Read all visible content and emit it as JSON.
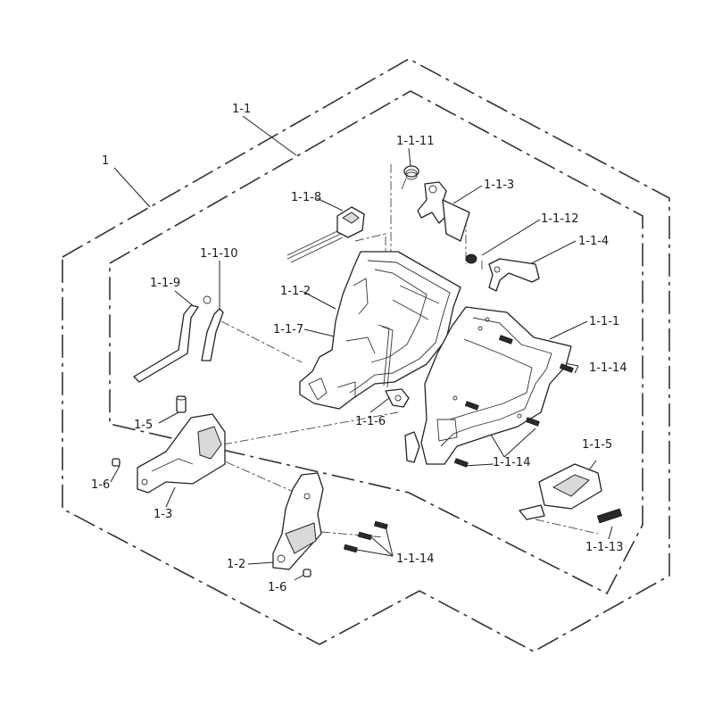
{
  "diagram": {
    "labels": {
      "l1": "1",
      "l1_1": "1-1",
      "l1_1_1": "1-1-1",
      "l1_1_2": "1-1-2",
      "l1_1_3": "1-1-3",
      "l1_1_4": "1-1-4",
      "l1_1_5": "1-1-5",
      "l1_1_6": "1-1-6",
      "l1_1_7": "1-1-7",
      "l1_1_8": "1-1-8",
      "l1_1_9": "1-1-9",
      "l1_1_10": "1-1-10",
      "l1_1_11": "1-1-11",
      "l1_1_12": "1-1-12",
      "l1_1_13": "1-1-13",
      "l1_1_14_a": "1-1-14",
      "l1_1_14_b": "1-1-14",
      "l1_1_14_c": "1-1-14",
      "l1_2": "1-2",
      "l1_3": "1-3",
      "l1_5": "1-5",
      "l1_6_a": "1-6",
      "l1_6_b": "1-6"
    }
  }
}
